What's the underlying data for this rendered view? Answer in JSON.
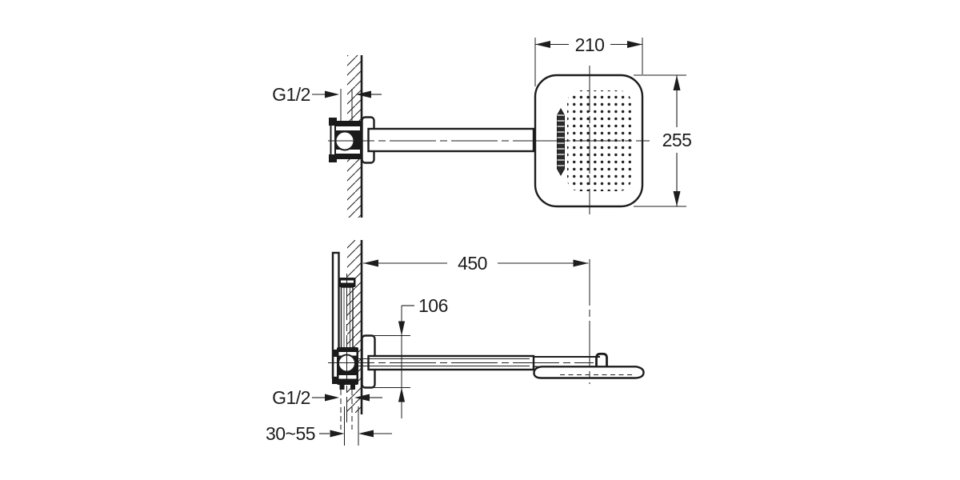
{
  "dimensions": {
    "head_width": "210",
    "head_height": "255",
    "arm_projection": "450",
    "flange_height": "106",
    "thread_size_top_view": "G1/2",
    "thread_size_side_view": "G1/2",
    "mounting_depth_range": "30~55"
  },
  "style": {
    "line_color": "#1d1d1d",
    "background_color": "#ffffff"
  }
}
